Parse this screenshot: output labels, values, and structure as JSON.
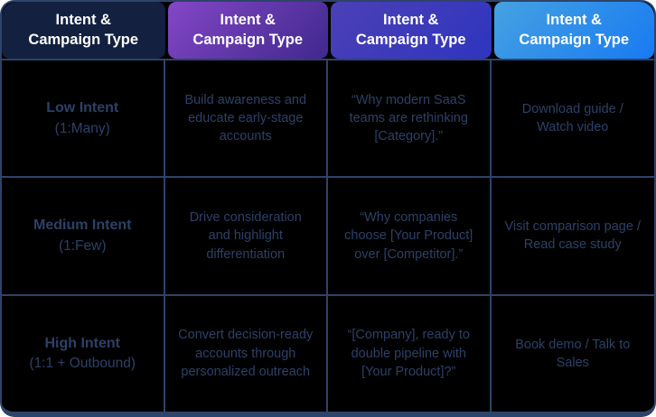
{
  "colors": {
    "header1_bg": "#13203F",
    "header2_from": "#8447C6",
    "header2_to": "#3F288E",
    "header3_from": "#4C40B6",
    "header3_to": "#2E35BF",
    "header4_from": "#45A2E2",
    "header4_to": "#187AF2",
    "cell_bg": "#000000",
    "border": "#2E4369",
    "text": "#2C4167",
    "header_text": "#FFFFFF"
  },
  "table": {
    "columns": [
      {
        "label": "Intent &\nCampaign Type"
      },
      {
        "label": "Intent &\nCampaign Type"
      },
      {
        "label": "Intent &\nCampaign Type"
      },
      {
        "label": "Intent &\nCampaign Type"
      }
    ],
    "rows": [
      {
        "title": "Low Intent",
        "subtitle": "(1:Many)",
        "strategy": "Build awareness and educate early-stage accounts",
        "message": "“Why modern SaaS teams are rethinking [Category].”",
        "cta": "Download guide / Watch video"
      },
      {
        "title": "Medium Intent",
        "subtitle": "(1:Few)",
        "strategy": "Drive consideration and highlight differentiation",
        "message": "“Why companies choose [Your Product] over [Competitor].”",
        "cta": "Visit comparison page / Read case study"
      },
      {
        "title": "High Intent",
        "subtitle": "(1:1 + Outbound)",
        "strategy": "Convert decision-ready accounts through personalized outreach",
        "message": "“[Company], ready to double pipeline with [Your Product]?”",
        "cta": "Book demo / Talk to Sales"
      }
    ]
  }
}
